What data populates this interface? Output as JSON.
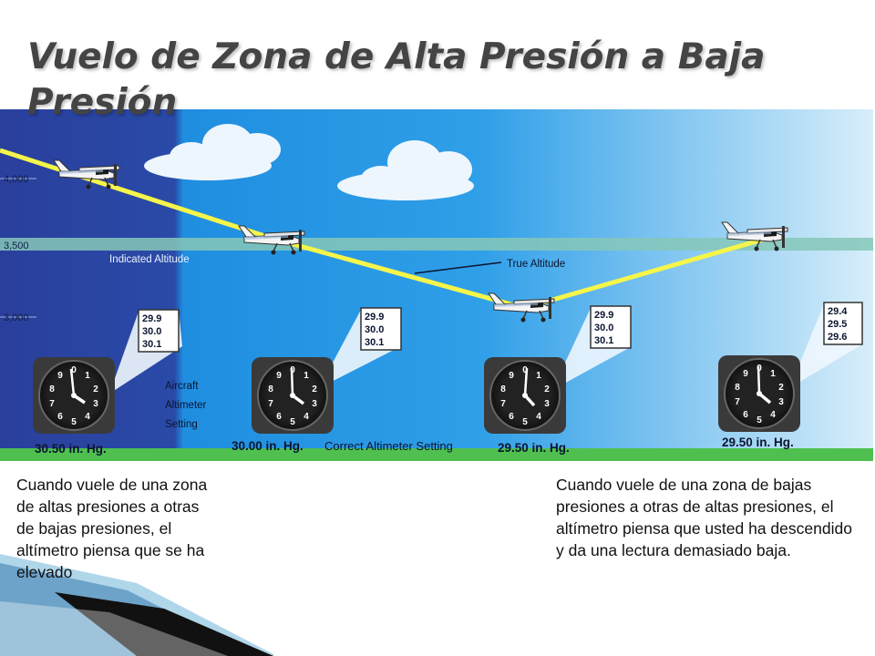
{
  "title": "Vuelo de Zona de Alta Presión a Baja Presión",
  "diagram": {
    "altitudes": [
      "4,000",
      "3,500",
      "3,000"
    ],
    "indicated_altitude_label": "Indicated Altitude",
    "true_altitude_label": "True Altitude",
    "aircraft_setting_label": [
      "Aircraft",
      "Altimeter",
      "Setting"
    ],
    "correct_setting_label": "Correct Altimeter Setting",
    "stations": [
      {
        "setting": "30.50 in. Hg.",
        "scale": [
          "29.9",
          "30.0",
          "30.1"
        ]
      },
      {
        "setting": "30.00 in. Hg.",
        "scale": [
          "29.9",
          "30.0",
          "30.1"
        ]
      },
      {
        "setting": "29.50 in. Hg.",
        "scale": [
          "29.9",
          "30.0",
          "30.1"
        ]
      },
      {
        "setting": "29.50 in. Hg.",
        "scale": [
          "29.4",
          "29.5",
          "29.6"
        ]
      }
    ],
    "dial_numbers": [
      "0",
      "1",
      "2",
      "3",
      "4",
      "5",
      "6",
      "7",
      "8",
      "9"
    ],
    "colors": {
      "sky_high": "#2a3f9c",
      "sky_mid": "#1f8ee0",
      "sky_low": "#d8eefa",
      "true_altitude_line": "#f5f54a",
      "indicated_band": "#86c7b8",
      "ground": "#4fc04f"
    }
  },
  "captions": {
    "left": "Cuando vuele de una zona de altas presiones a otras de bajas presiones, el altímetro piensa que se ha elevado",
    "right": "Cuando vuele de una zona de bajas presiones a otras de altas presiones, el altímetro piensa que usted ha descendido y da una lectura demasiado baja."
  }
}
